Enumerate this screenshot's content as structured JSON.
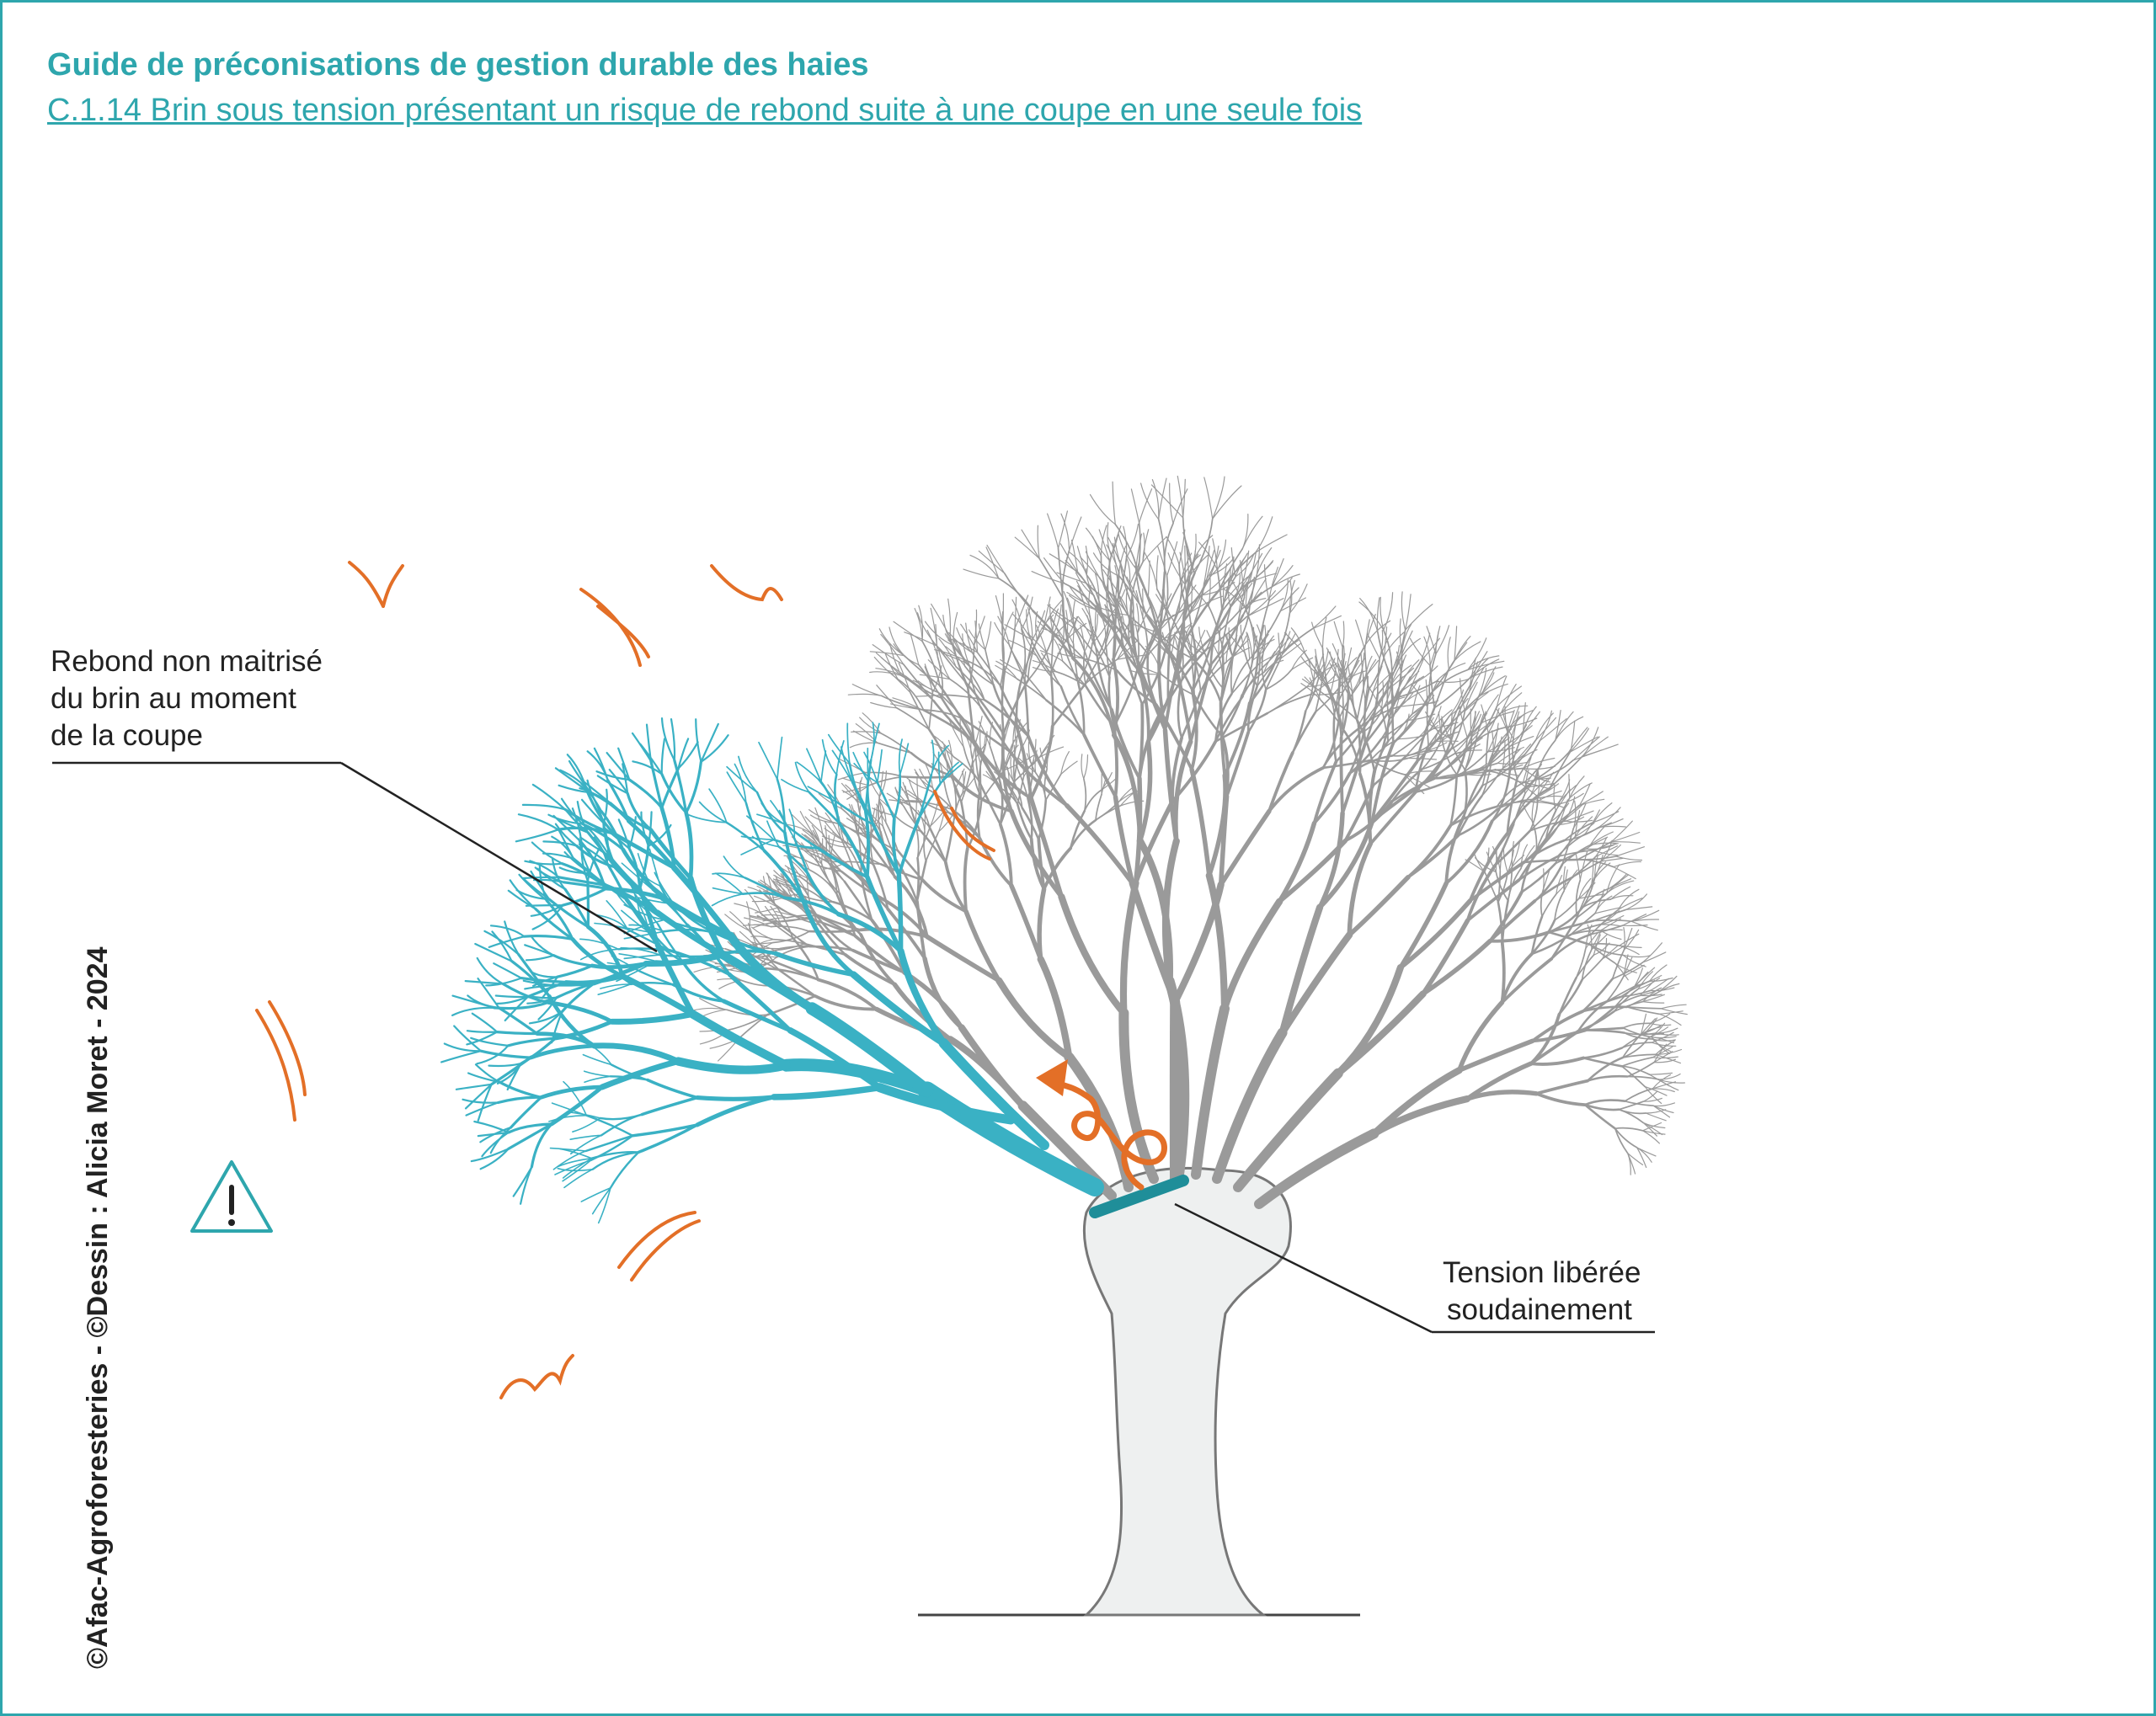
{
  "header": {
    "title": "Guide de préconisations de gestion durable des haies",
    "subtitle": "C.1.14 Brin sous tension présentant un risque de rebond suite à une coupe en une seule fois"
  },
  "annotations": {
    "left_label": [
      "Rebond non maitrisé",
      "du brin au moment",
      "de la coupe"
    ],
    "right_label": [
      "Tension libérée",
      "soudainement"
    ]
  },
  "credit": "©Afac-Agroforesteries - ©Dessin : Alicia Moret - 2024",
  "colors": {
    "accent": "#2ea6ad",
    "branch_highlight": "#3ab1c4",
    "warning": "#e36f27",
    "tree": "#8c8c8c",
    "tree_fill": "#eef0f0"
  },
  "icons": {
    "warning": "warning-triangle-icon",
    "rebound_arrow": "spiral-arrow-icon"
  }
}
